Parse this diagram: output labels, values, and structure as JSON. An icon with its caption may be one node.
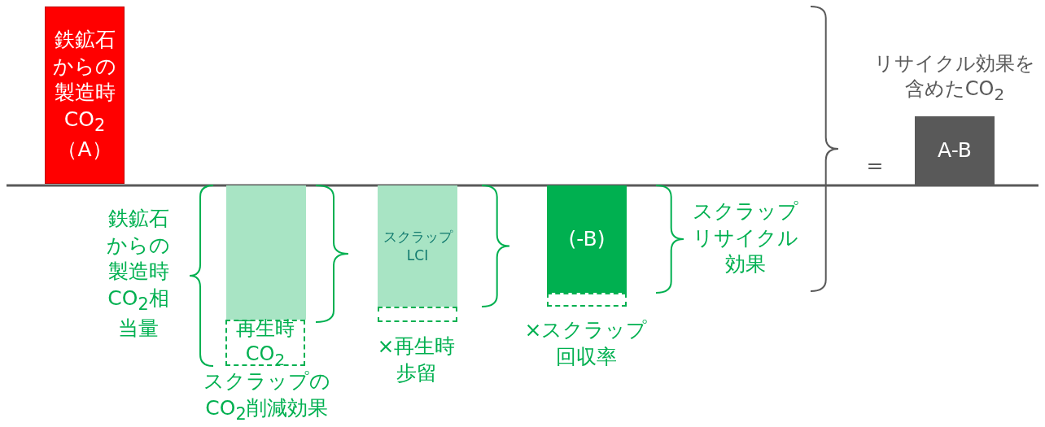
{
  "diagram": {
    "nodes": [
      {
        "text": [
          "鉄鉱石からの製造時CO$_{2}$（A）"
        ]
      },
      {
        "text": [],
        "shape": "bar"
      },
      {
        "text": [
          "再生時CO$_{2}$"
        ]
      },
      {
        "text": [
          "スクラップLCI"
        ]
      },
      {
        "text": [],
        "shape": "box"
      },
      {
        "text": [
          "(-B)"
        ]
      },
      {
        "text": [],
        "shape": "box"
      },
      {
        "text": [
          "リサイクル効果を含めたCO$_{2}$",
          "A-B"
        ]
      }
    ],
    "edges": [],
    "labels": [
      "鉄鉱石からの製造時CO$_{2}$相当量",
      "スクラップのCO$_{2}$削減効果",
      "×再生時歩留",
      "×スクラップ回収率",
      "スクラップリサイクル効果",
      "="
    ]
  }
}
